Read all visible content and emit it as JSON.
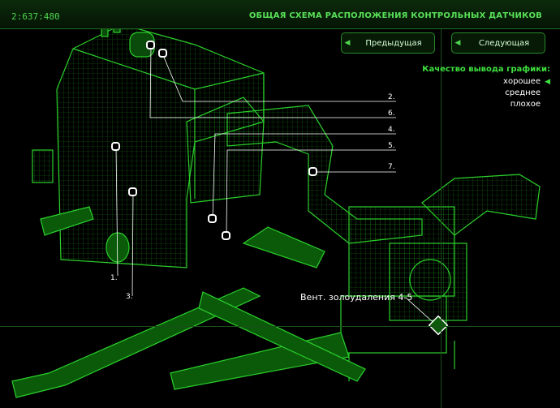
{
  "header": {
    "coords": "2:637:480",
    "title": "ОБЩАЯ СХЕМА РАСПОЛОЖЕНИЯ КОНТРОЛЬНЫХ ДАТЧИКОВ"
  },
  "nav": {
    "prev_label": "Предыдущая",
    "next_label": "Следующая"
  },
  "quality": {
    "title": "Качество вывода графики:",
    "options": [
      "хорошее",
      "среднее",
      "плохое"
    ],
    "selected": "хорошее"
  },
  "sensors": {
    "labels": [
      "1.",
      "2.",
      "3.",
      "4.",
      "5.",
      "6.",
      "7."
    ]
  },
  "callout": {
    "vent_label": "Вент. золоудаления 4-5"
  },
  "colors": {
    "accent": "#3ee03e",
    "wireframe": "#22c022",
    "background": "#000000"
  }
}
